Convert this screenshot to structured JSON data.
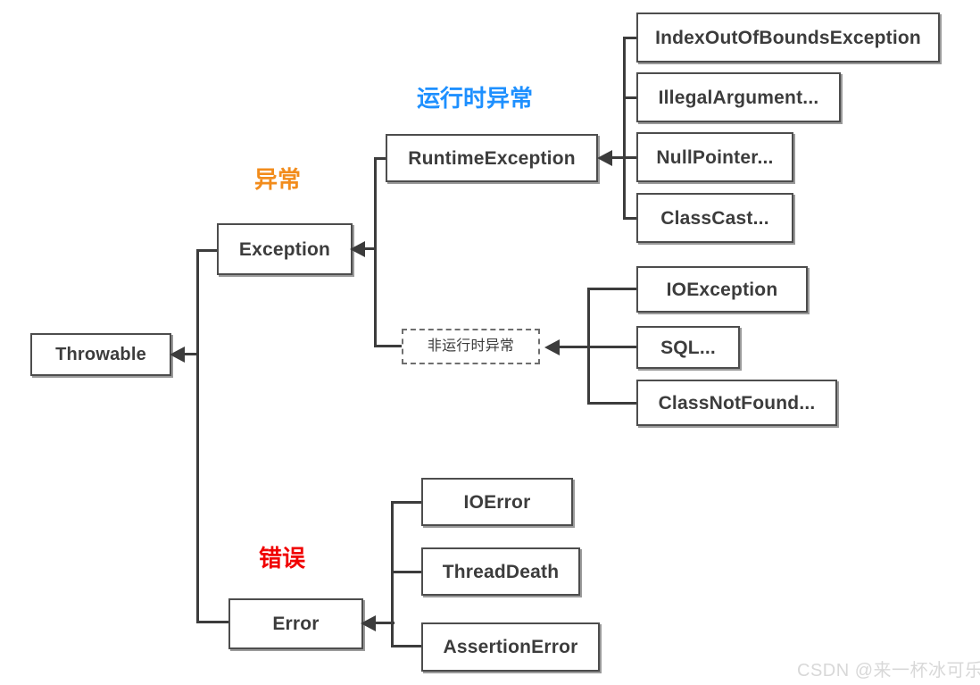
{
  "diagram": {
    "title": "Java Throwable Hierarchy",
    "colors": {
      "box_border": "#4d4d4d",
      "box_fill": "#ffffff",
      "line": "#3c3c3c",
      "exception_tag": "#F28C1C",
      "runtime_tag": "#1E90FF",
      "error_tag": "#F00000",
      "watermark": "#d8d8d8",
      "background": "#ffffff"
    }
  },
  "nodes": {
    "throwable": {
      "label": "Throwable"
    },
    "exception": {
      "label": "Exception"
    },
    "error": {
      "label": "Error"
    },
    "runtime_exception": {
      "label": "RuntimeException"
    },
    "non_runtime_exception": {
      "label": "非运行时异常"
    }
  },
  "runtime_children": [
    {
      "label": "IndexOutOfBoundsException"
    },
    {
      "label": "IllegalArgument..."
    },
    {
      "label": "NullPointer..."
    },
    {
      "label": "ClassCast..."
    }
  ],
  "non_runtime_children": [
    {
      "label": "IOException"
    },
    {
      "label": "SQL..."
    },
    {
      "label": "ClassNotFound..."
    }
  ],
  "error_children": [
    {
      "label": "IOError"
    },
    {
      "label": "ThreadDeath"
    },
    {
      "label": "AssertionError"
    }
  ],
  "tags": {
    "exception": "异常",
    "runtime": "运行时异常",
    "error": "错误"
  },
  "watermark": {
    "text": "CSDN @来一杯冰可乐"
  }
}
